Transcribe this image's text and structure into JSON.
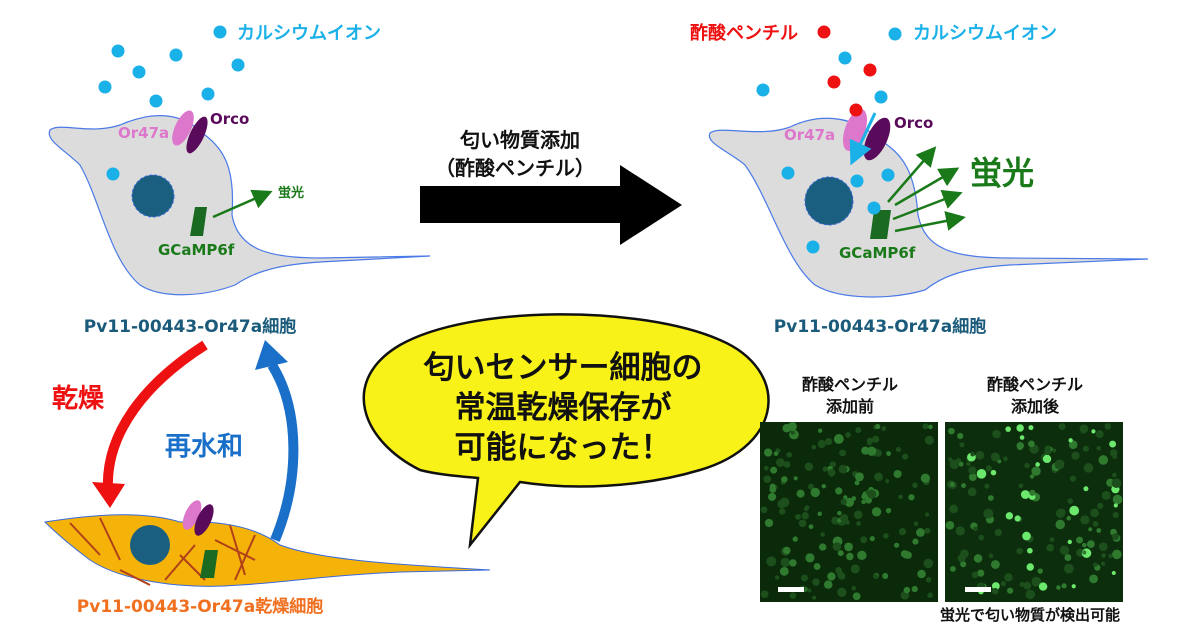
{
  "legend": {
    "calcium": "カルシウムイオン",
    "odorant": "酢酸ペンチル"
  },
  "left_cell": {
    "receptor": "Or47a",
    "coreceptor": "Orco",
    "sensor": "GCaMP6f",
    "fluorescence": "蛍光",
    "label": "Pv11-00443-Or47a細胞"
  },
  "center": {
    "line1": "匂い物質添加",
    "line2": "（酢酸ペンチル）"
  },
  "right_cell": {
    "receptor": "Or47a",
    "coreceptor": "Orco",
    "sensor": "GCaMP6f",
    "fluorescence": "蛍光",
    "label": "Pv11-00443-Or47a細胞"
  },
  "cycle": {
    "dry": "乾燥",
    "rehydrate": "再水和"
  },
  "dried_cell": {
    "label": "Pv11-00443-Or47a乾燥細胞"
  },
  "bubble": {
    "line1": "匂いセンサー細胞の",
    "line2": "常温乾燥保存が",
    "line3": "可能になった！"
  },
  "micrographs": {
    "before": {
      "line1": "酢酸ペンチル",
      "line2": "添加前"
    },
    "after": {
      "line1": "酢酸ペンチル",
      "line2": "添加後"
    },
    "caption": "蛍光で匂い物質が検出可能"
  },
  "colors": {
    "calcium": "#1ab0e8",
    "odorant": "#ee1111",
    "gfp": "#1a7a1a",
    "cell": "#dcdcdc",
    "label": "#1a5a7a",
    "dried_label": "#f07020"
  }
}
